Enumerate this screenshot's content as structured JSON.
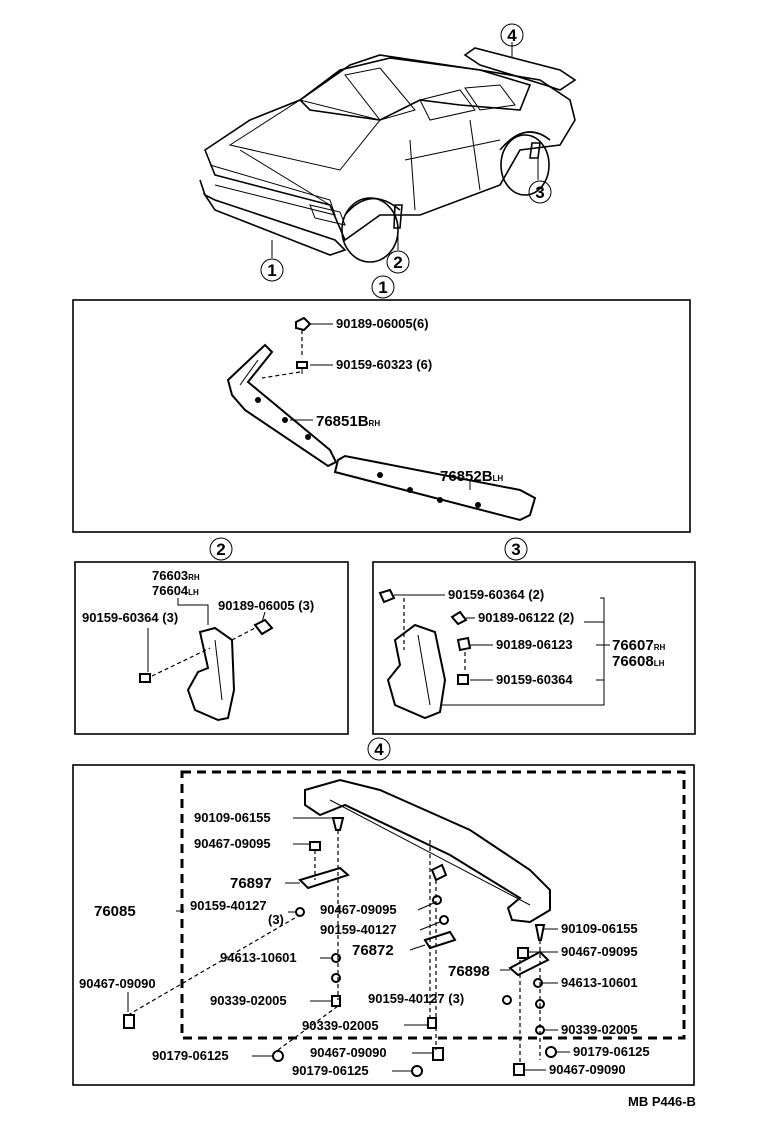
{
  "diagram": {
    "code": "MB P446-B",
    "callouts": [
      "1",
      "2",
      "3",
      "4"
    ],
    "section1": {
      "parts": [
        {
          "no": "90189-06005",
          "qty": "(6)"
        },
        {
          "no": "90159-60323",
          "qty": "(6)"
        },
        {
          "no": "76851B",
          "side": "RH"
        },
        {
          "no": "76852B",
          "side": "LH"
        }
      ]
    },
    "section2": {
      "parts": [
        {
          "no": "76603",
          "side": "RH"
        },
        {
          "no": "76604",
          "side": "LH"
        },
        {
          "no": "90159-60364",
          "qty": "(3)"
        },
        {
          "no": "90189-06005",
          "qty": "(3)"
        }
      ]
    },
    "section3": {
      "parts": [
        {
          "no": "90159-60364",
          "qty": "(2)"
        },
        {
          "no": "90189-06122",
          "qty": "(2)"
        },
        {
          "no": "90189-06123"
        },
        {
          "no": "90159-60364"
        },
        {
          "no": "76607",
          "side": "RH"
        },
        {
          "no": "76608",
          "side": "LH"
        }
      ]
    },
    "section4": {
      "parts": [
        {
          "no": "90109-06155"
        },
        {
          "no": "90467-09095"
        },
        {
          "no": "76897"
        },
        {
          "no": "76085"
        },
        {
          "no": "90159-40127",
          "qty": "(3)"
        },
        {
          "no": "90467-09095"
        },
        {
          "no": "90159-40127"
        },
        {
          "no": "76872"
        },
        {
          "no": "94613-10601"
        },
        {
          "no": "90467-09090"
        },
        {
          "no": "90339-02005"
        },
        {
          "no": "90179-06125"
        },
        {
          "no": "90339-02005"
        },
        {
          "no": "90467-09090"
        },
        {
          "no": "90179-06125"
        },
        {
          "no": "90109-06155"
        },
        {
          "no": "90467-09095"
        },
        {
          "no": "76898"
        },
        {
          "no": "94613-10601"
        },
        {
          "no": "90159-40127",
          "qty": "(3)"
        },
        {
          "no": "90339-02005"
        },
        {
          "no": "90179-06125"
        },
        {
          "no": "90467-09090"
        }
      ]
    }
  }
}
